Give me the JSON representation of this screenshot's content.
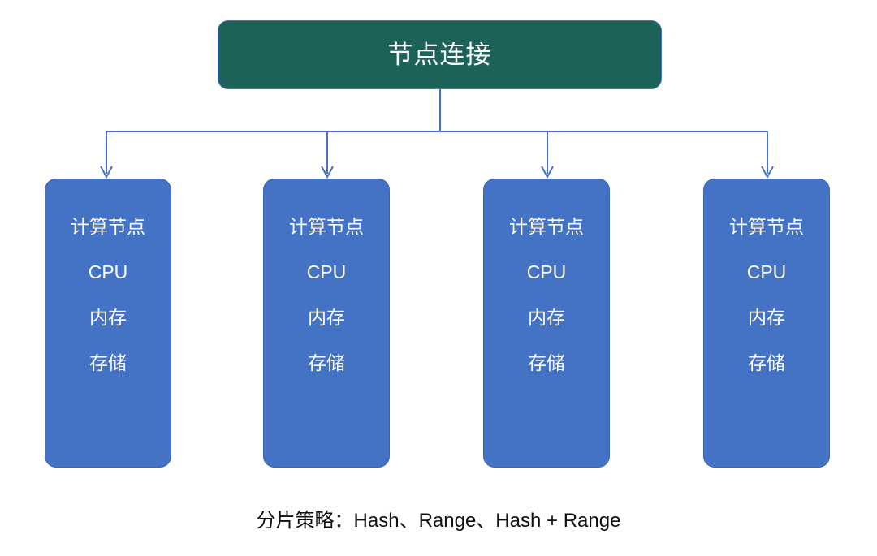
{
  "diagram": {
    "title": "节点连接",
    "root": {
      "label": "节点连接",
      "fill_color": "#1C6258",
      "text_color": "#FFFFFF"
    },
    "connector": {
      "color": "#4472C4",
      "style": "orthogonal-arrow",
      "arrow_count": 4
    },
    "nodes": [
      {
        "title": "计算节点",
        "resources": [
          "CPU",
          "内存",
          "存储"
        ],
        "fill_color": "#4472C4",
        "text_color": "#FFFFFF"
      },
      {
        "title": "计算节点",
        "resources": [
          "CPU",
          "内存",
          "存储"
        ],
        "fill_color": "#4472C4",
        "text_color": "#FFFFFF"
      },
      {
        "title": "计算节点",
        "resources": [
          "CPU",
          "内存",
          "存储"
        ],
        "fill_color": "#4472C4",
        "text_color": "#FFFFFF"
      },
      {
        "title": "计算节点",
        "resources": [
          "CPU",
          "内存",
          "存储"
        ],
        "fill_color": "#4472C4",
        "text_color": "#FFFFFF"
      }
    ],
    "caption": "分片策略：Hash、Range、Hash + Range"
  }
}
